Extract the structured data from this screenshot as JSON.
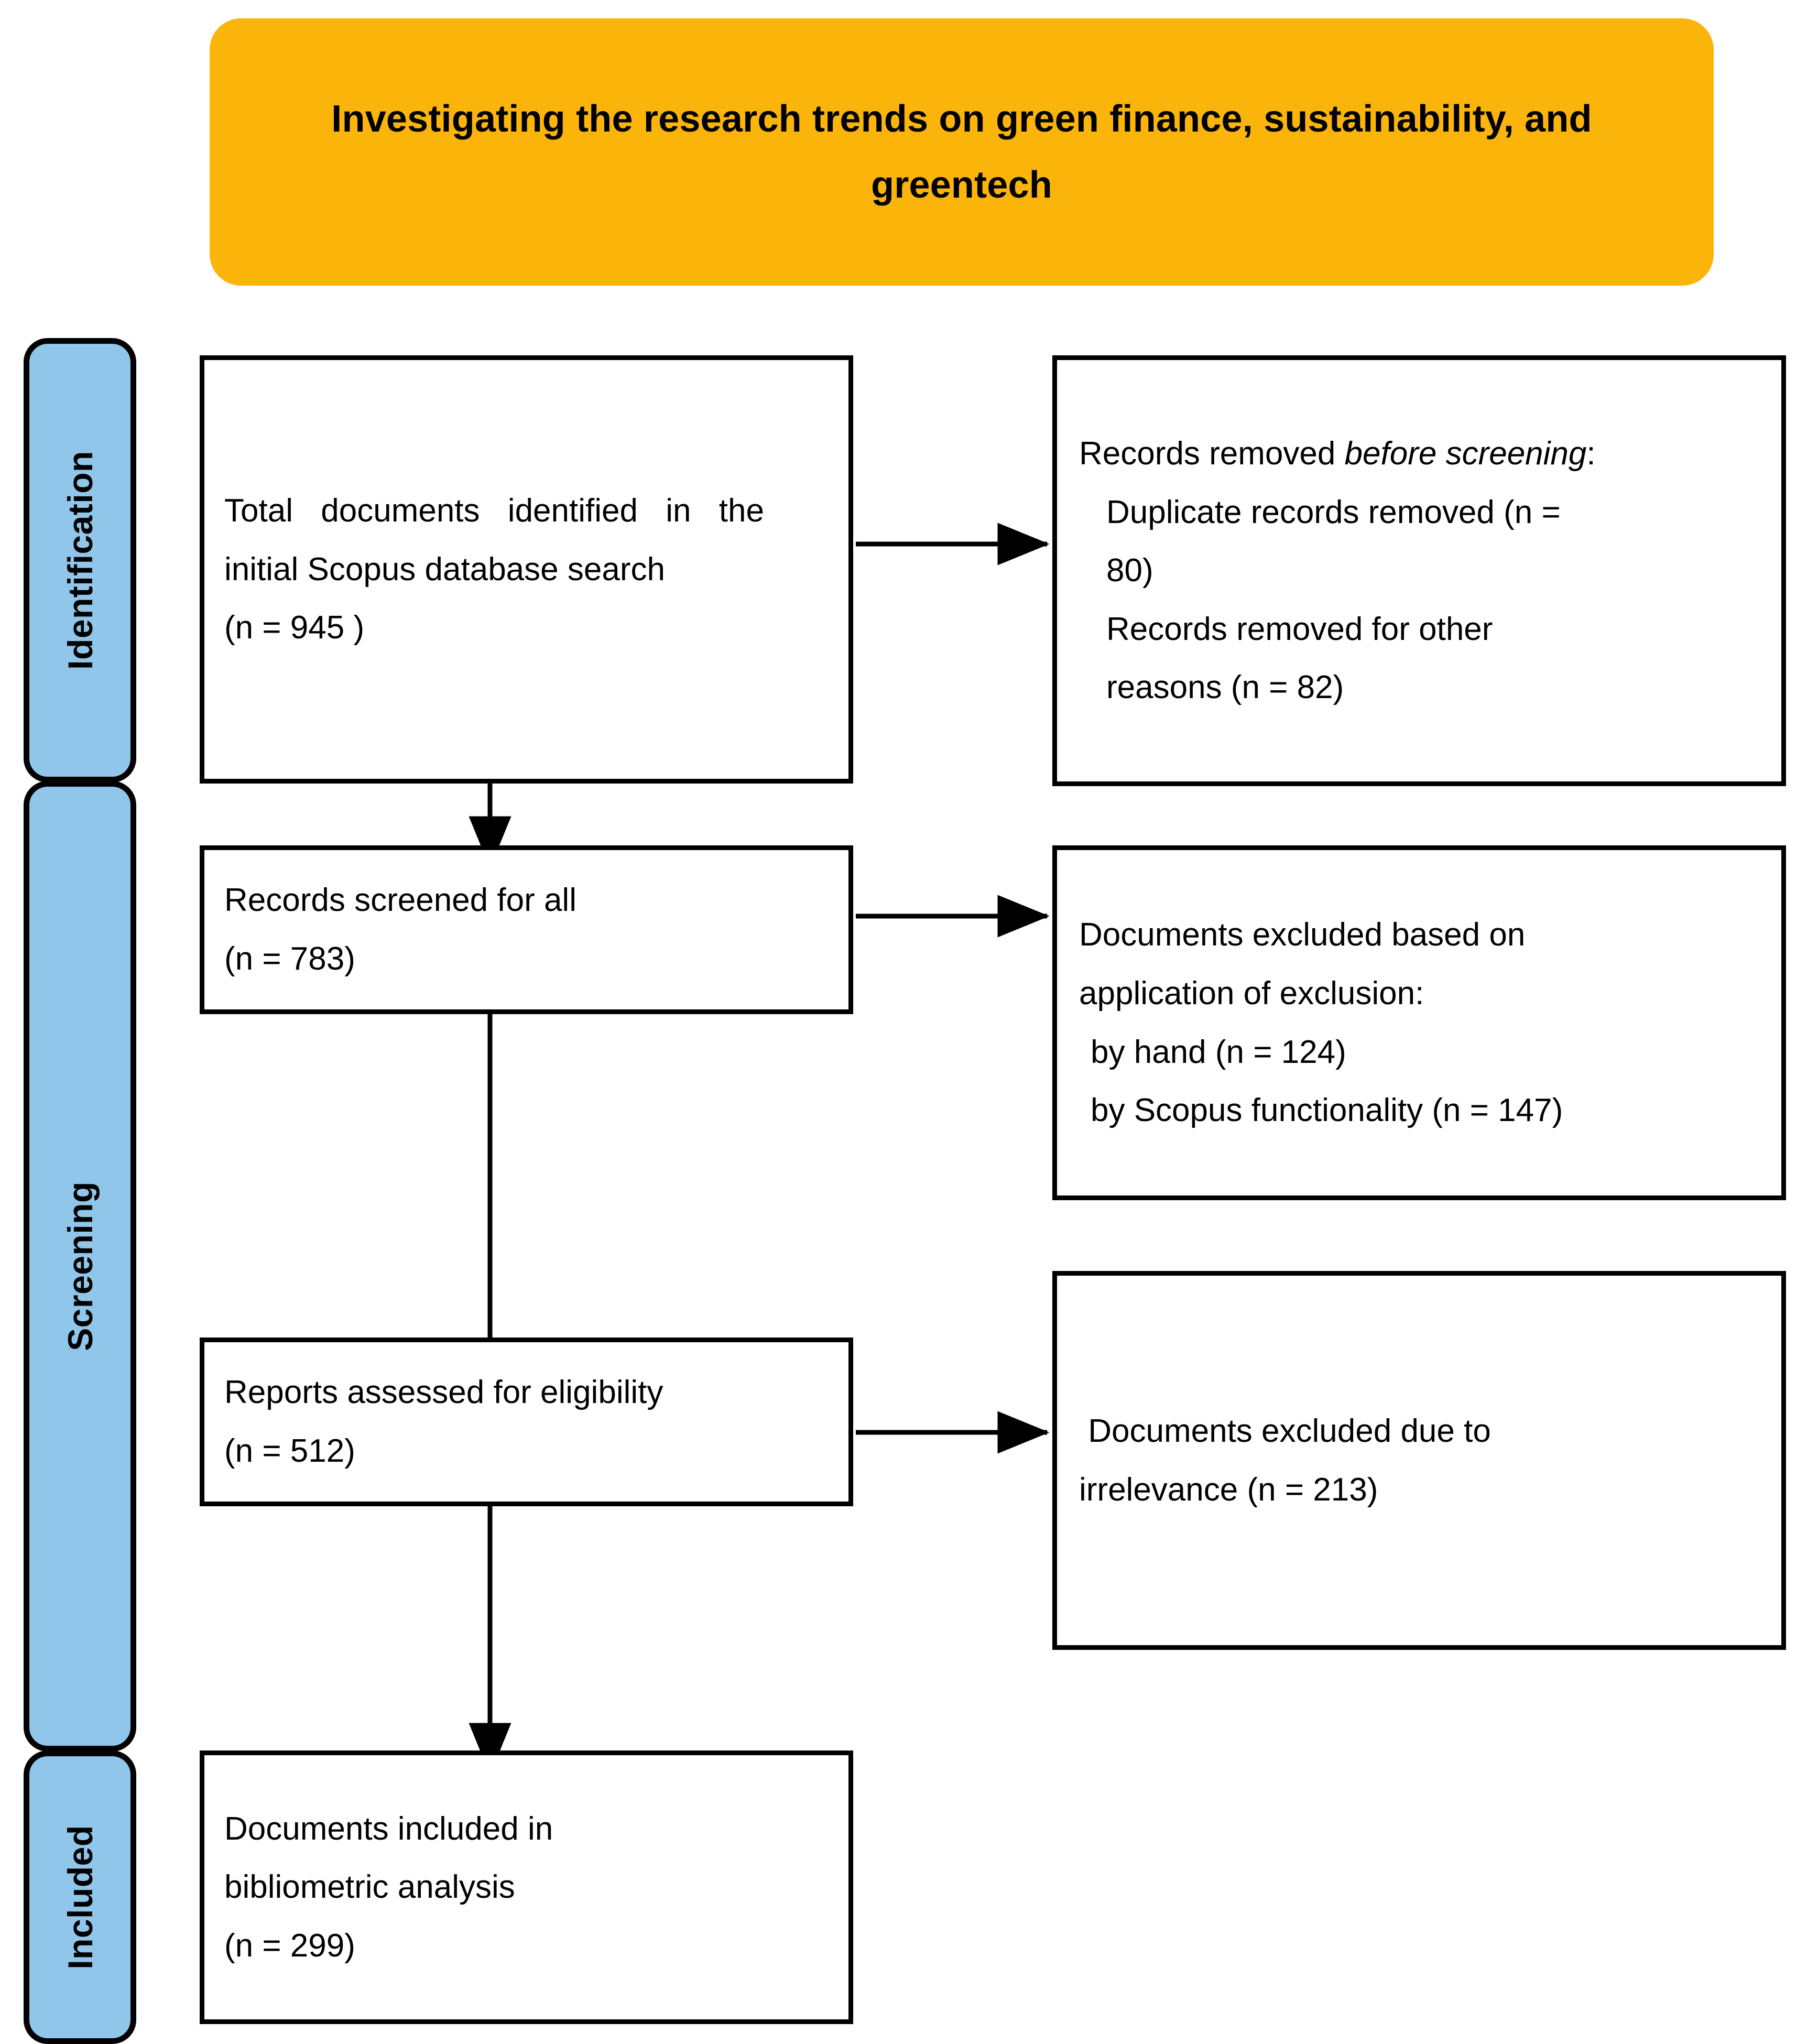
{
  "title": {
    "text": "Investigating the research trends on green finance, sustainability, and greentech",
    "background_color": "#FBB40A",
    "text_color": "#000000"
  },
  "stages": [
    {
      "id": "identification",
      "label": "Identification",
      "color": "#8FC6EA"
    },
    {
      "id": "screening",
      "label": "Screening",
      "color": "#8FC6EA"
    },
    {
      "id": "included",
      "label": "Included",
      "color": "#8FC6EA"
    }
  ],
  "boxes": {
    "identified": {
      "line1": "Total documents identified in the",
      "line2": "initial Scopus database search",
      "line3": "(n = 945 )",
      "count": 945
    },
    "removed_before_screening": {
      "heading_plain": "Records removed ",
      "heading_italic": "before screening",
      "heading_colon": ":",
      "item1_a": "Duplicate records removed (n =",
      "item1_b": "80)",
      "item2_a": "Records removed for other",
      "item2_b": "reasons (n = 82)",
      "duplicates": 80,
      "other_reasons": 82
    },
    "screened": {
      "line1": "Records screened for all",
      "line2": "(n = 783)",
      "count": 783
    },
    "excluded_criteria": {
      "line1": "Documents excluded based on",
      "line2": "application of exclusion:",
      "item1": "by hand (n = 124)",
      "item2": "by Scopus functionality (n = 147)",
      "by_hand": 124,
      "by_scopus": 147
    },
    "eligibility": {
      "line1": "Reports assessed for eligibility",
      "line2": "(n = 512)",
      "count": 512
    },
    "excluded_irrelevance": {
      "line1": " Documents excluded due to",
      "line2": "irrelevance (n = 213)",
      "count": 213
    },
    "included": {
      "line1": "Documents included in",
      "line2": "bibliometric analysis",
      "line3": "(n = 299)",
      "count": 299
    }
  },
  "connectors": {
    "identified_to_removed": "arrow-right",
    "identified_to_screened": "arrow-down",
    "screened_to_excluded_criteria": "arrow-right",
    "screened_to_eligibility": "arrow-down",
    "eligibility_to_excluded_irrelevance": "arrow-right",
    "eligibility_to_included": "arrow-down"
  }
}
